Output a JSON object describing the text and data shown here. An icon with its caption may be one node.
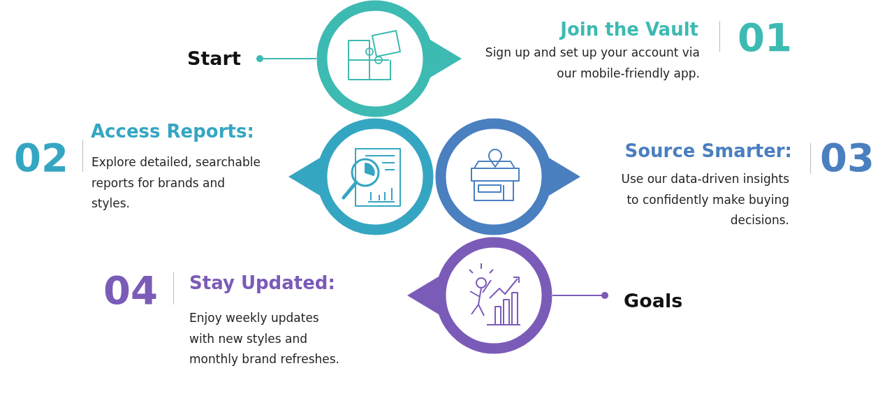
{
  "diagram": {
    "nodes": [
      {
        "text": [
          "Start"
        ]
      },
      {
        "text": [],
        "shape": "circle",
        "beside": [
          "Join the Vault",
          "Sign up and set up your account via our mobile-friendly app.",
          "01"
        ]
      },
      {
        "text": [],
        "shape": "circle",
        "beside": [
          "Access Reports:",
          "Explore detailed, searchable reports for brands and styles.",
          "02"
        ]
      },
      {
        "text": [],
        "shape": "circle",
        "beside": [
          "Source Smarter:",
          "Use our data-driven insights to confidently make buying decisions.",
          "03"
        ]
      },
      {
        "text": [],
        "shape": "circle",
        "beside": [
          "Stay Updated:",
          "Enjoy weekly updates with new styles and monthly brand refreshes.",
          "04"
        ]
      },
      {
        "text": [
          "Goals"
        ]
      }
    ],
    "edges": [
      {
        "from": 0,
        "to": 1,
        "arrow": "other",
        "color": "#3dbab2"
      },
      {
        "from": 5,
        "to": 4,
        "arrow": "other",
        "color": "#7b5bb8"
      }
    ]
  }
}
